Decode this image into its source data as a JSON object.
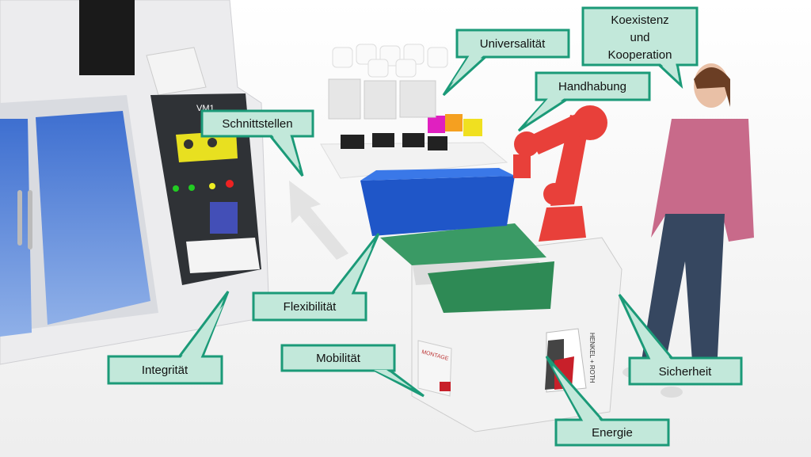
{
  "machine": {
    "label": "VM1"
  },
  "robot_base": {
    "brand": "HENKEL + ROTH",
    "sticker": "MONTAGE"
  },
  "callouts": {
    "universalitaet": "Universalität",
    "koexistenz_1": "Koexistenz",
    "koexistenz_2": "und",
    "koexistenz_3": "Kooperation",
    "handhabung": "Handhabung",
    "schnittstellen": "Schnittstellen",
    "flexibilitaet": "Flexibilität",
    "mobilitaet": "Mobilität",
    "integritaet": "Integrität",
    "sicherheit": "Sicherheit",
    "energie": "Energie"
  },
  "colors": {
    "callout_fill": "#c2e8da",
    "callout_border": "#1b9a78",
    "robot": "#e8403a",
    "bin": "#1f56c8"
  }
}
